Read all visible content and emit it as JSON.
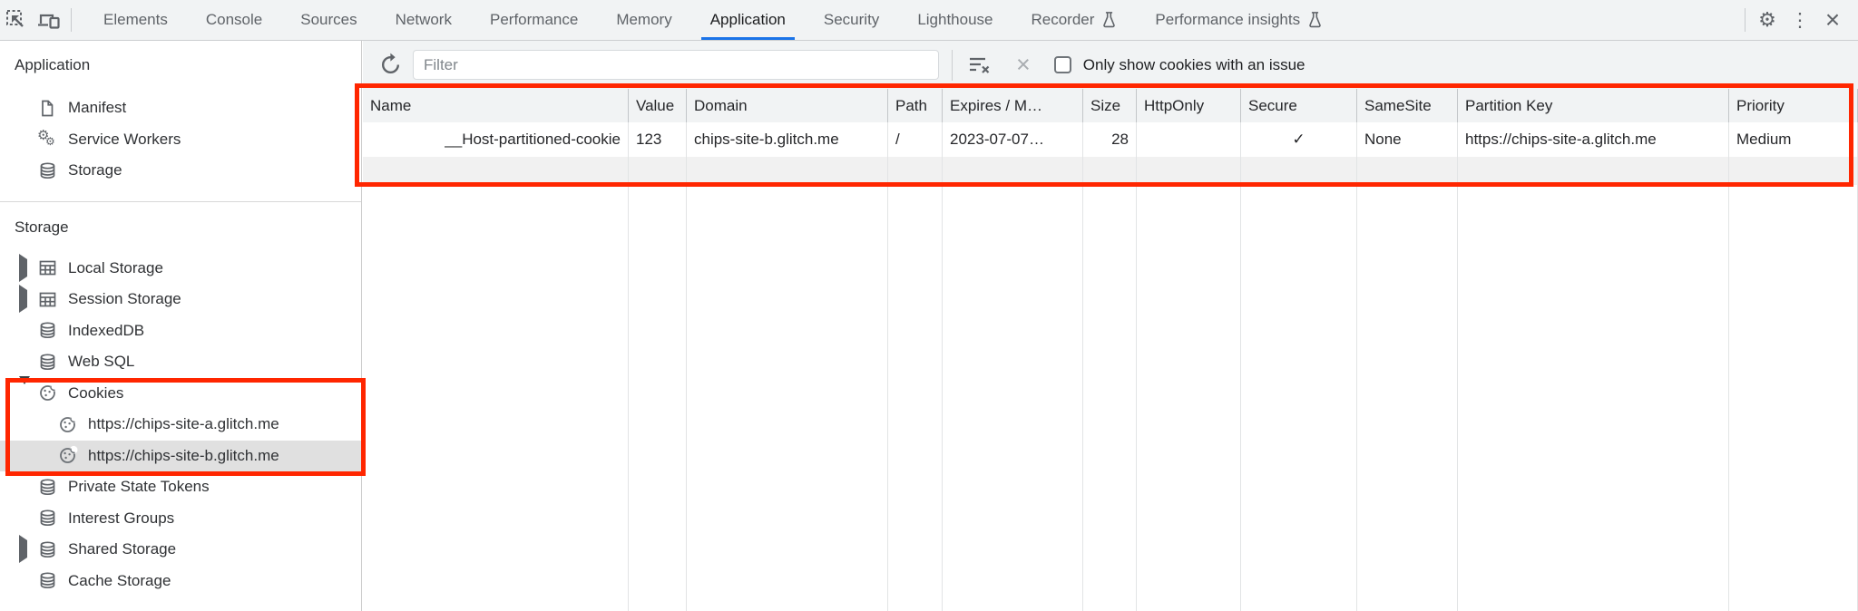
{
  "toolbar": {
    "tabs": [
      {
        "label": "Elements"
      },
      {
        "label": "Console"
      },
      {
        "label": "Sources"
      },
      {
        "label": "Network"
      },
      {
        "label": "Performance"
      },
      {
        "label": "Memory"
      },
      {
        "label": "Application",
        "active": true
      },
      {
        "label": "Security"
      },
      {
        "label": "Lighthouse"
      },
      {
        "label": "Recorder",
        "flask": true
      },
      {
        "label": "Performance insights",
        "flask": true
      }
    ],
    "left_icons": [
      "inspect-cursor",
      "device-toolbar"
    ],
    "right_icons": [
      "settings-gear",
      "more-menu",
      "close"
    ]
  },
  "sidebar": {
    "panel_title": "Application",
    "sections": [
      {
        "title": "",
        "items": [
          {
            "label": "Manifest",
            "icon": "file"
          },
          {
            "label": "Service Workers",
            "icon": "gears"
          },
          {
            "label": "Storage",
            "icon": "database"
          }
        ]
      },
      {
        "title": "Storage",
        "items": [
          {
            "label": "Local Storage",
            "icon": "grid",
            "arrow": "collapsed"
          },
          {
            "label": "Session Storage",
            "icon": "grid",
            "arrow": "collapsed"
          },
          {
            "label": "IndexedDB",
            "icon": "database"
          },
          {
            "label": "Web SQL",
            "icon": "database"
          },
          {
            "label": "Cookies",
            "icon": "cookie",
            "arrow": "expanded"
          },
          {
            "label": "https://chips-site-a.glitch.me",
            "icon": "cookie",
            "indent": 1
          },
          {
            "label": "https://chips-site-b.glitch.me",
            "icon": "cookie",
            "indent": 1,
            "selected": true
          },
          {
            "label": "Private State Tokens",
            "icon": "database"
          },
          {
            "label": "Interest Groups",
            "icon": "database"
          },
          {
            "label": "Shared Storage",
            "icon": "database",
            "arrow": "collapsed"
          },
          {
            "label": "Cache Storage",
            "icon": "database"
          }
        ]
      }
    ]
  },
  "filter_bar": {
    "placeholder": "Filter",
    "filter_value": "",
    "checkbox_checked": false,
    "checkbox_label": "Only show cookies with an issue"
  },
  "cookie_table": {
    "columns": [
      "Name",
      "Value",
      "Domain",
      "Path",
      "Expires / M…",
      "Size",
      "HttpOnly",
      "Secure",
      "SameSite",
      "Partition Key",
      "Priority"
    ],
    "rows": [
      [
        "__Host-partitioned-cookie",
        "123",
        "chips-site-b.glitch.me",
        "/",
        "2023-07-07…",
        "28",
        "",
        "✓",
        "None",
        "https://chips-site-a.glitch.me",
        "Medium"
      ]
    ]
  },
  "colors": {
    "accent_blue": "#1a73e8",
    "annotation_red": "#ff2600",
    "toolbar_bg": "#f1f3f4",
    "selected_item_bg": "#e0e0e0"
  }
}
